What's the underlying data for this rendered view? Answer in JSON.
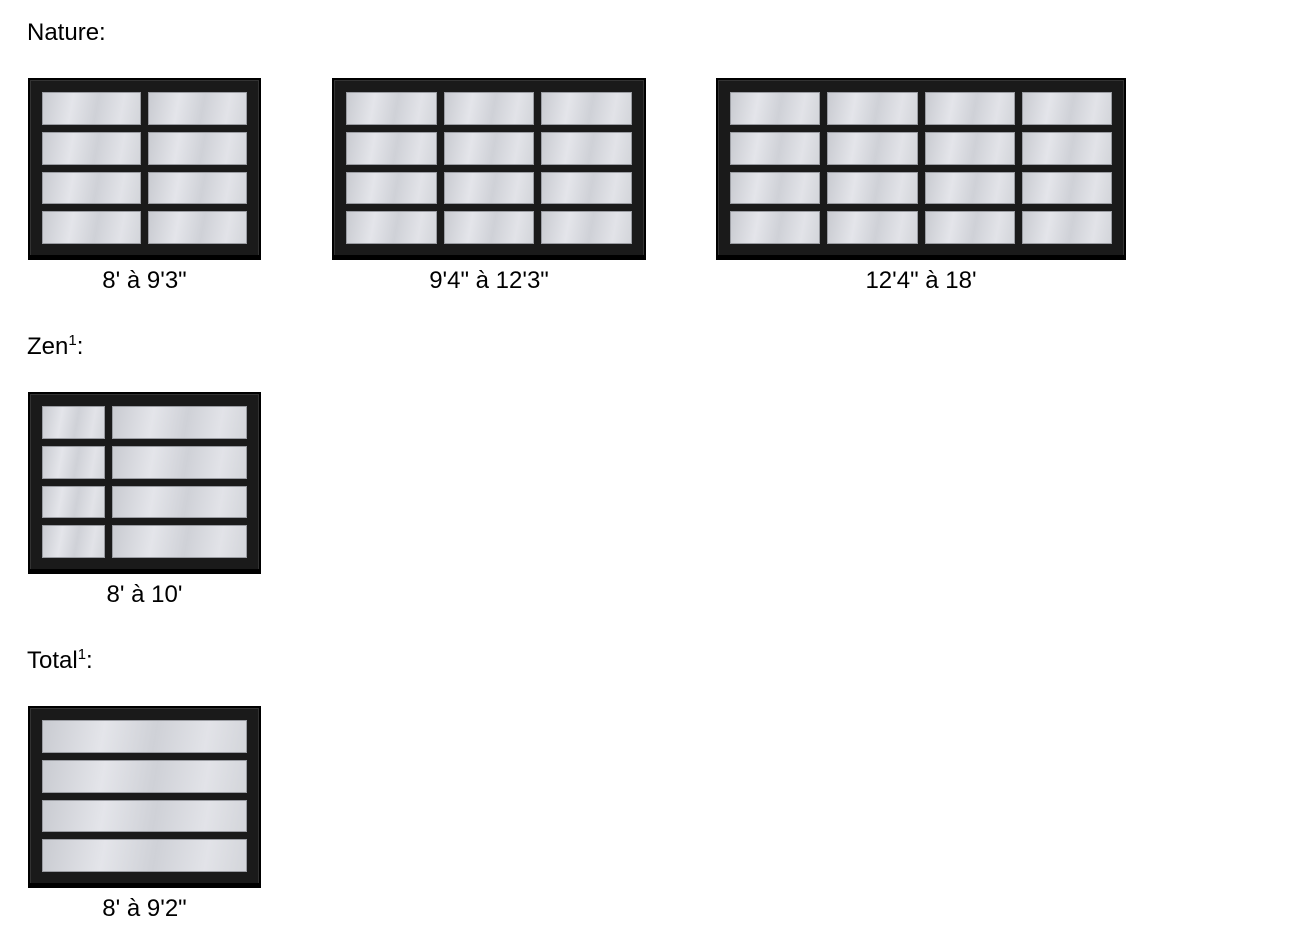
{
  "sections": [
    {
      "label": "Nature",
      "superscript": "",
      "suffix": ":",
      "doors": [
        {
          "caption": "8' à 9'3\"",
          "columns": 2,
          "rows": 4
        },
        {
          "caption": "9'4\" à 12'3\"",
          "columns": 3,
          "rows": 4
        },
        {
          "caption": "12'4\" à 18'",
          "columns": 4,
          "rows": 4
        }
      ]
    },
    {
      "label": "Zen",
      "superscript": "1",
      "suffix": ":",
      "doors": [
        {
          "caption": "8' à 10'",
          "columns": 2,
          "rows": 4,
          "column_ratio": [
            0.32,
            0.68
          ]
        }
      ]
    },
    {
      "label": "Total",
      "superscript": "1",
      "suffix": ":",
      "doors": [
        {
          "caption": "8' à 9'2\"",
          "columns": 1,
          "rows": 4
        }
      ]
    }
  ],
  "colors": {
    "frame": "#1a1a1a",
    "glass": "#d8d9de"
  }
}
